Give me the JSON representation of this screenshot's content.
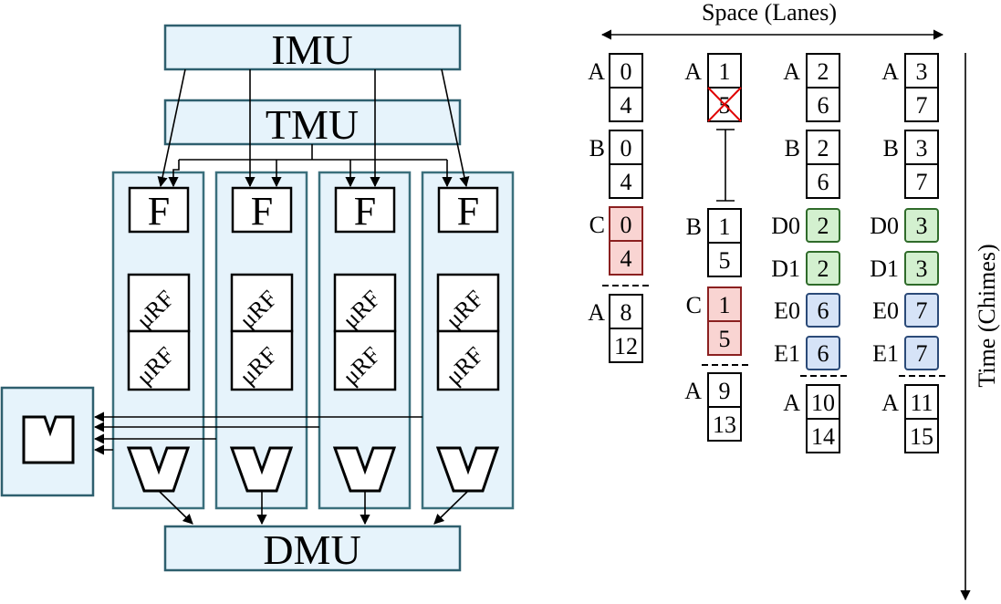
{
  "units": {
    "imu": "IMU",
    "tmu": "TMU",
    "dmu": "DMU"
  },
  "lane_unit_label": "F",
  "urf_label": "μRF",
  "axes": {
    "space": "Space (Lanes)",
    "time": "Time (Chimes)"
  },
  "colors": {
    "red": "#f9d4d2",
    "red_border": "#8b2020",
    "green": "#d3f0cf",
    "green_border": "#2f6b2a",
    "blue": "#d6e3f7",
    "blue_border": "#2b4a78",
    "cross": "#e00000"
  },
  "schedule": [
    [
      {
        "label": "A",
        "top": "0",
        "bottom": "4"
      },
      {
        "label": "B",
        "top": "0",
        "bottom": "4"
      },
      {
        "label": "C",
        "top": "0",
        "bottom": "4",
        "color": "red"
      },
      {
        "label": "A",
        "top": "8",
        "bottom": "12"
      }
    ],
    [
      {
        "label": "A",
        "top": "1",
        "bottom": "5",
        "crossed": true
      },
      {
        "label": "B",
        "top": "1",
        "bottom": "5"
      },
      {
        "label": "C",
        "top": "1",
        "bottom": "5",
        "color": "red"
      },
      {
        "label": "A",
        "top": "9",
        "bottom": "13"
      }
    ],
    [
      {
        "label": "A",
        "top": "2",
        "bottom": "6"
      },
      {
        "label": "B",
        "top": "2",
        "bottom": "6"
      },
      {
        "label": "D0",
        "value": "2",
        "color": "green"
      },
      {
        "label": "D1",
        "value": "2",
        "color": "green"
      },
      {
        "label": "E0",
        "value": "6",
        "color": "blue"
      },
      {
        "label": "E1",
        "value": "6",
        "color": "blue"
      },
      {
        "label": "A",
        "top": "10",
        "bottom": "14"
      }
    ],
    [
      {
        "label": "A",
        "top": "3",
        "bottom": "7"
      },
      {
        "label": "B",
        "top": "3",
        "bottom": "7"
      },
      {
        "label": "D0",
        "value": "3",
        "color": "green"
      },
      {
        "label": "D1",
        "value": "3",
        "color": "green"
      },
      {
        "label": "E0",
        "value": "7",
        "color": "blue"
      },
      {
        "label": "E1",
        "value": "7",
        "color": "blue"
      },
      {
        "label": "A",
        "top": "11",
        "bottom": "15"
      }
    ]
  ]
}
